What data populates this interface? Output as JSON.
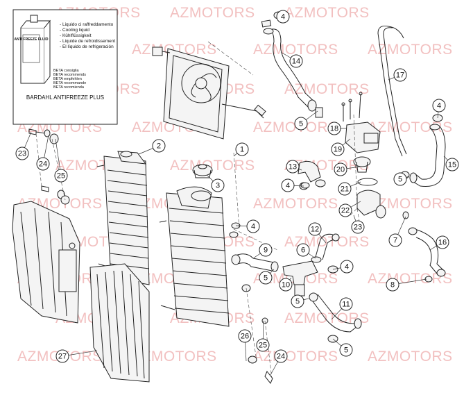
{
  "watermark": {
    "text": "AZMOTORS",
    "color": "#f2c0c0"
  },
  "label_box": {
    "jug_label": "ANTI FREEZE FLUID",
    "lines": [
      "- Liquido ci raffreddamento",
      "- Cooling liquid",
      "- Kühlflüssigkeit",
      "- Liquide de refroidissement",
      "- El líquido de refrigeración"
    ],
    "beta_lines": [
      "BETA consiglia",
      "BETA recommends",
      "BETA empfehlen",
      "BETA recommande",
      "BETA recomienda"
    ],
    "product": "BARDAHL ANTIFREEZE PLUS"
  },
  "callouts": [
    "1",
    "2",
    "3",
    "4",
    "4",
    "4",
    "4",
    "4",
    "5",
    "5",
    "5",
    "5",
    "5",
    "6",
    "7",
    "8",
    "9",
    "10",
    "11",
    "12",
    "13",
    "14",
    "15",
    "16",
    "17",
    "18",
    "19",
    "20",
    "21",
    "22",
    "23",
    "23",
    "24",
    "24",
    "25",
    "25",
    "26",
    "27"
  ]
}
